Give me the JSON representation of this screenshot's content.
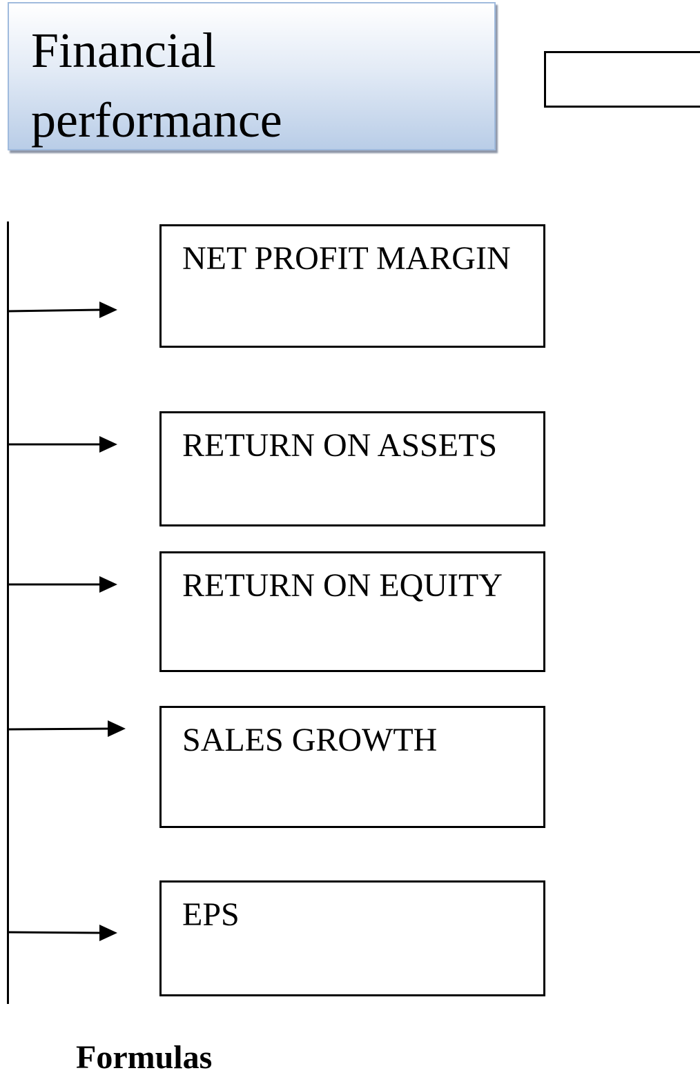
{
  "title": {
    "text": "Financial\nperformance"
  },
  "metrics": [
    {
      "label": "NET PROFIT MARGIN"
    },
    {
      "label": "RETURN ON ASSETS"
    },
    {
      "label": "RETURN ON EQUITY"
    },
    {
      "label": "SALES GROWTH"
    },
    {
      "label": "EPS"
    }
  ],
  "section_heading": "Formulas",
  "colors": {
    "title_border": "#9fbadd",
    "title_gradient_top": "#ffffff",
    "title_gradient_bottom": "#b9cde7",
    "title_shadow": "#8e97a8",
    "line": "#000000"
  },
  "icons": {
    "connector": "right-arrow-icon"
  }
}
